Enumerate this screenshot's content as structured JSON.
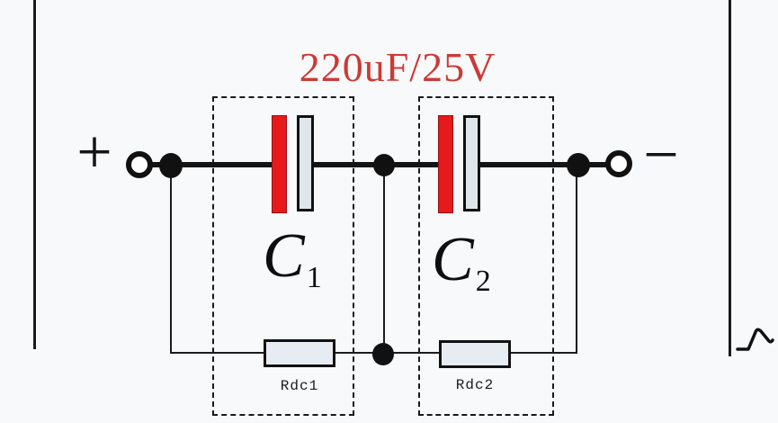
{
  "diagram": {
    "rating_label": "220uF/25V",
    "positive_terminal": "+",
    "negative_terminal": "−",
    "capacitors": [
      {
        "letter": "C",
        "subscript": "1",
        "resistor_label": "Rdc1"
      },
      {
        "letter": "C",
        "subscript": "2",
        "resistor_label": "Rdc2"
      }
    ],
    "colors": {
      "rating_text": "#cc3a36",
      "capacitor_plate_red": "#e6191c",
      "capacitor_plate_gray": "#dee6e9",
      "resistor_fill": "#e7ebf2",
      "wire_black": "#141414",
      "background": "#f7f9fa"
    }
  }
}
